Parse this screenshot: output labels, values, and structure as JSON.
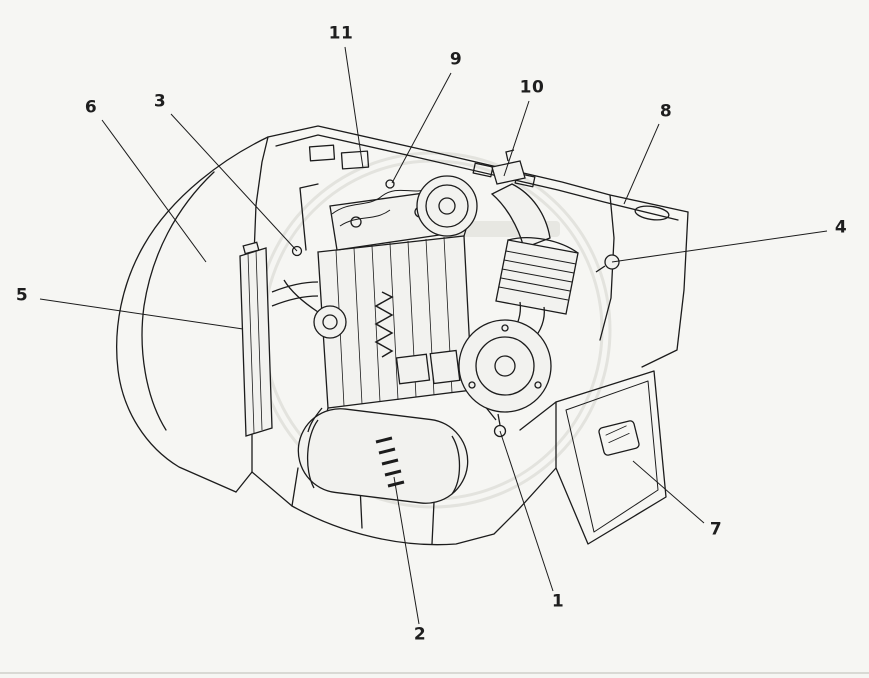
{
  "figure": {
    "background": "#f6f6f3",
    "ink": "#1c1c1c",
    "watermark_color": "#e3e3de"
  },
  "callouts": [
    {
      "label": "1"
    },
    {
      "label": "2"
    },
    {
      "label": "3"
    },
    {
      "label": "4"
    },
    {
      "label": "5"
    },
    {
      "label": "6"
    },
    {
      "label": "7"
    },
    {
      "label": "8"
    },
    {
      "label": "9"
    },
    {
      "label": "10"
    },
    {
      "label": "11"
    }
  ]
}
